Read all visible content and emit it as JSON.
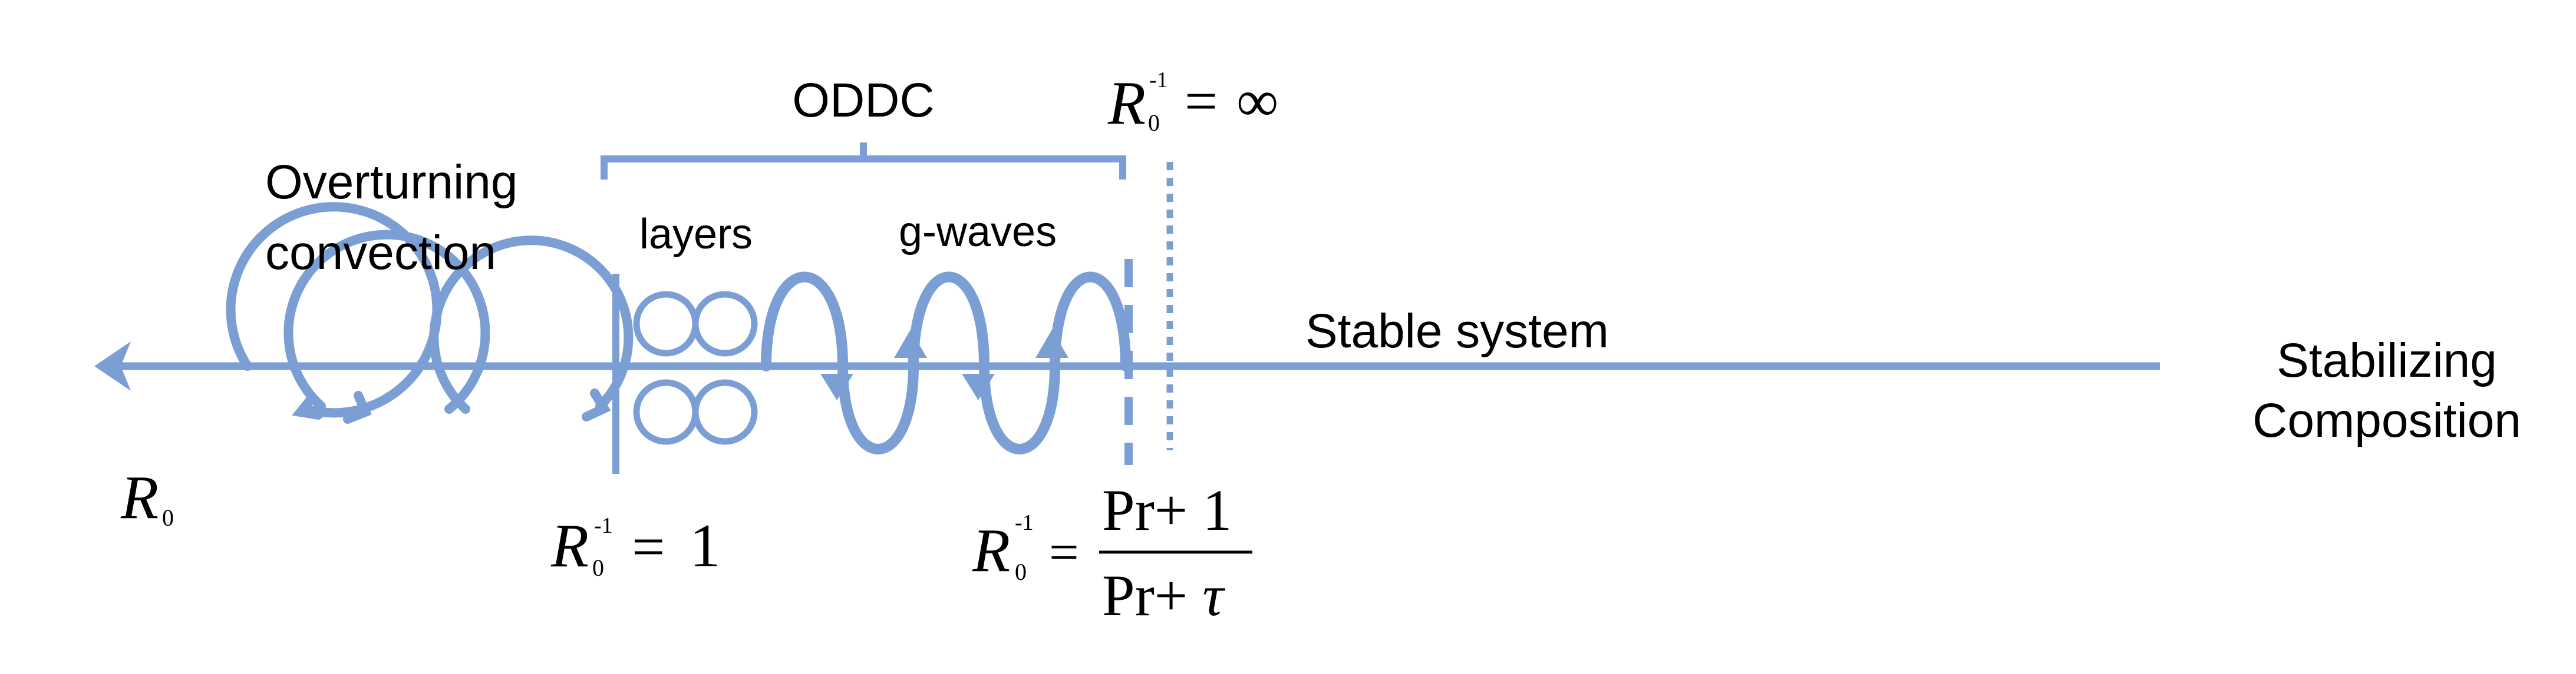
{
  "labels": {
    "oddc": "ODDC",
    "overturning_line1": "Overturning",
    "overturning_line2": "convection",
    "layers": "layers",
    "g_waves": "g-waves",
    "stable_system": "Stable system",
    "stabilizing_line1": "Stabilizing",
    "stabilizing_line2": "Composition"
  },
  "math": {
    "r_symbol": "R",
    "subscript_zero": "0",
    "superscript_inverse": "-1",
    "equals": "=",
    "infinity": "∞",
    "one": "1",
    "fraction_numerator": "Pr+ 1",
    "fraction_denominator_prefix": "Pr+ ",
    "tau": "τ"
  },
  "colors": {
    "diagram_blue": "#7b9fd4",
    "text": "#000000"
  }
}
